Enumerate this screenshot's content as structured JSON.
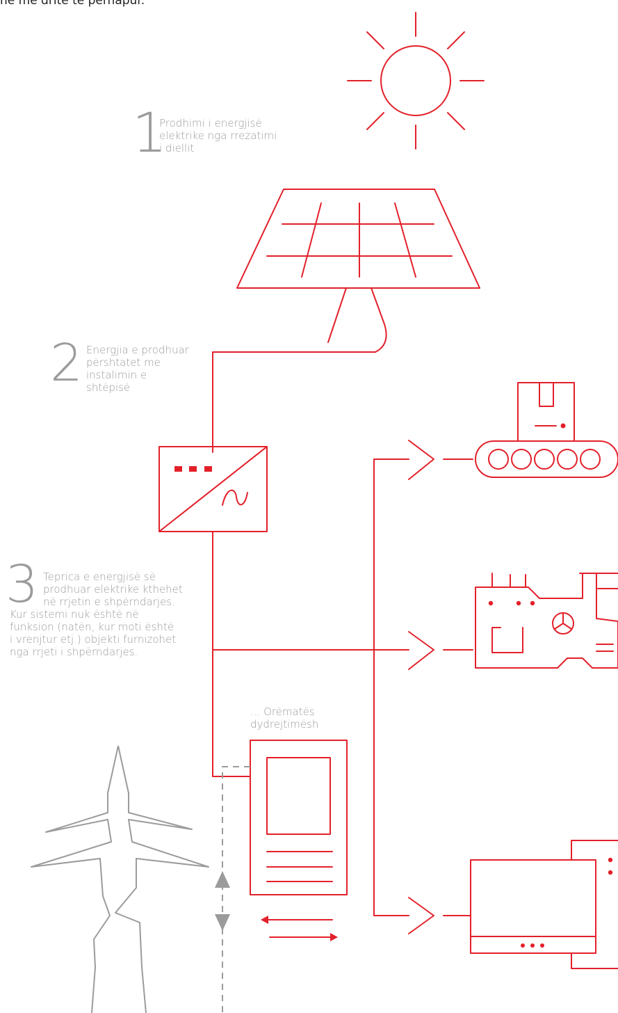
{
  "intro_fragment": "ne me dritë të përhapur.",
  "steps": [
    {
      "number": "1",
      "text": [
        "Prodhimi i energjisë",
        "elektrike nga rrezatimi",
        "i diellit"
      ]
    },
    {
      "number": "2",
      "text": [
        "Energjia e prodhuar",
        "përshtatet me",
        "instalimin e",
        "shtëpisë"
      ]
    },
    {
      "number": "3",
      "text": [
        "Teprica e energjisë së",
        "prodhuar elektrike kthehet",
        "në rrjetin e shpërndarjes.",
        "Kur sistemi nuk është në",
        "funksion (natën, kur moti është",
        "i vrenjtur etj.) objekti furnizohet",
        "nga rrjeti i shpërndarjes."
      ]
    }
  ],
  "meter": {
    "text": [
      "... Orëmatës",
      "dydrejtimësh"
    ]
  },
  "colors": {
    "accent": "#e3202a",
    "muted": "#9b9b9b",
    "text": "#222222"
  },
  "icons": [
    "sun-icon",
    "solar-panel-icon",
    "inverter-icon",
    "meter-icon",
    "power-pylon-icon",
    "conveyor-icon",
    "machine-icon",
    "monitor-icon",
    "arrow-icon"
  ]
}
